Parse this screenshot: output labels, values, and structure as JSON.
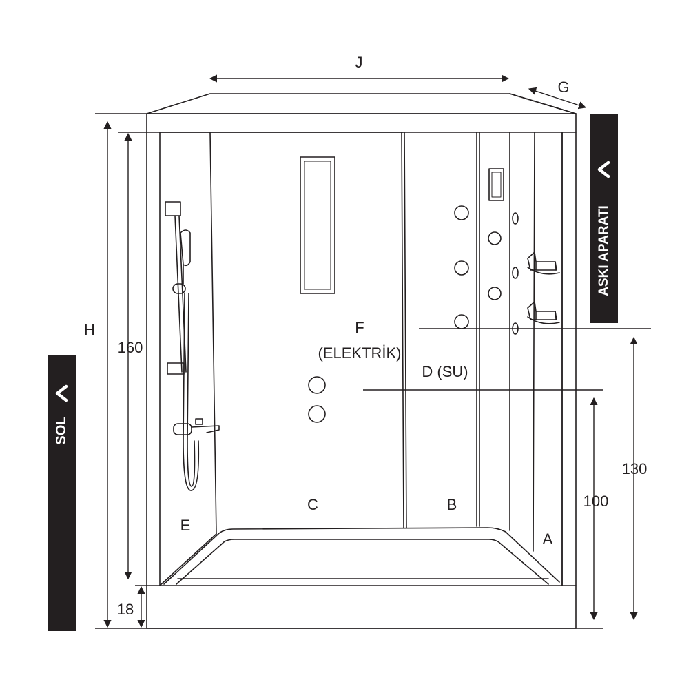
{
  "dimensions": {
    "width_label": "J",
    "depth_label": "G",
    "height_label": "H",
    "inner_height": "160",
    "tray_height": "18",
    "electric_height": "130",
    "water_height": "100"
  },
  "zones": {
    "a": "A",
    "b": "B",
    "c": "C",
    "d": "D (SU)",
    "e": "E",
    "f": "F",
    "f_sub": "(ELEKTRİK)"
  },
  "tabs": {
    "left_text": "SOL",
    "left_arrow": "chevron-left",
    "right_text": "ASKI APARATI",
    "right_arrow": "chevron-left"
  },
  "colors": {
    "ink": "#231f20",
    "tab_bg": "#231f20",
    "tab_text": "#ffffff"
  }
}
